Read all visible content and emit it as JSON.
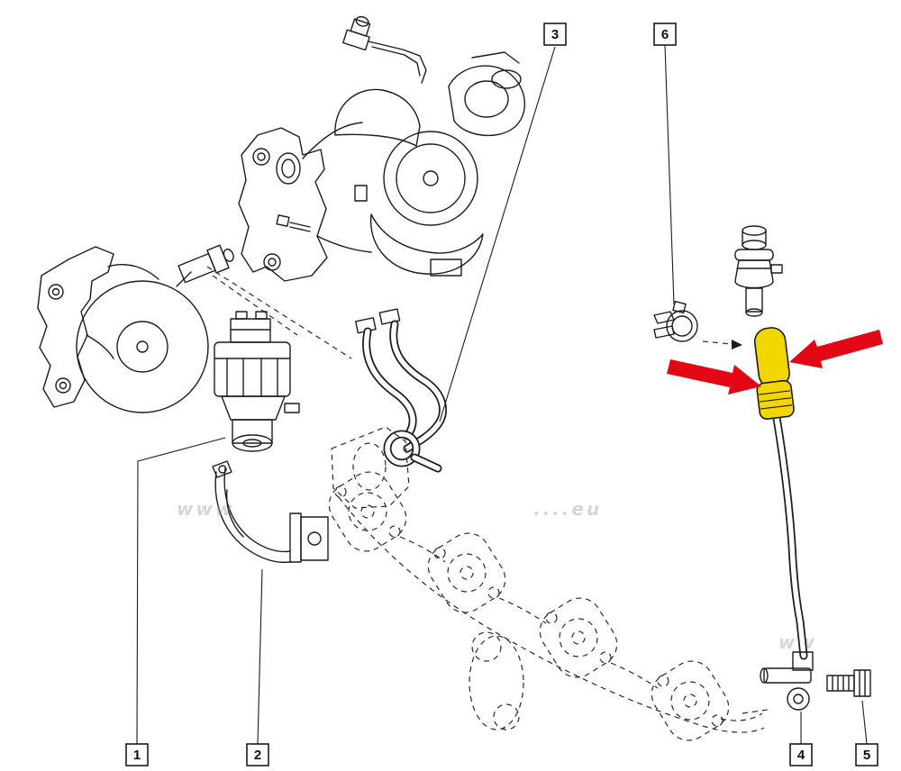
{
  "diagram": {
    "callouts": [
      {
        "label": "1"
      },
      {
        "label": "2"
      },
      {
        "label": "3"
      },
      {
        "label": "4"
      },
      {
        "label": "5"
      },
      {
        "label": "6"
      }
    ],
    "highlight": {
      "color": "#f2d600",
      "arrow_color": "#e30613"
    },
    "watermark": {
      "left": "www",
      "center": "....eu",
      "right": "ww"
    }
  }
}
